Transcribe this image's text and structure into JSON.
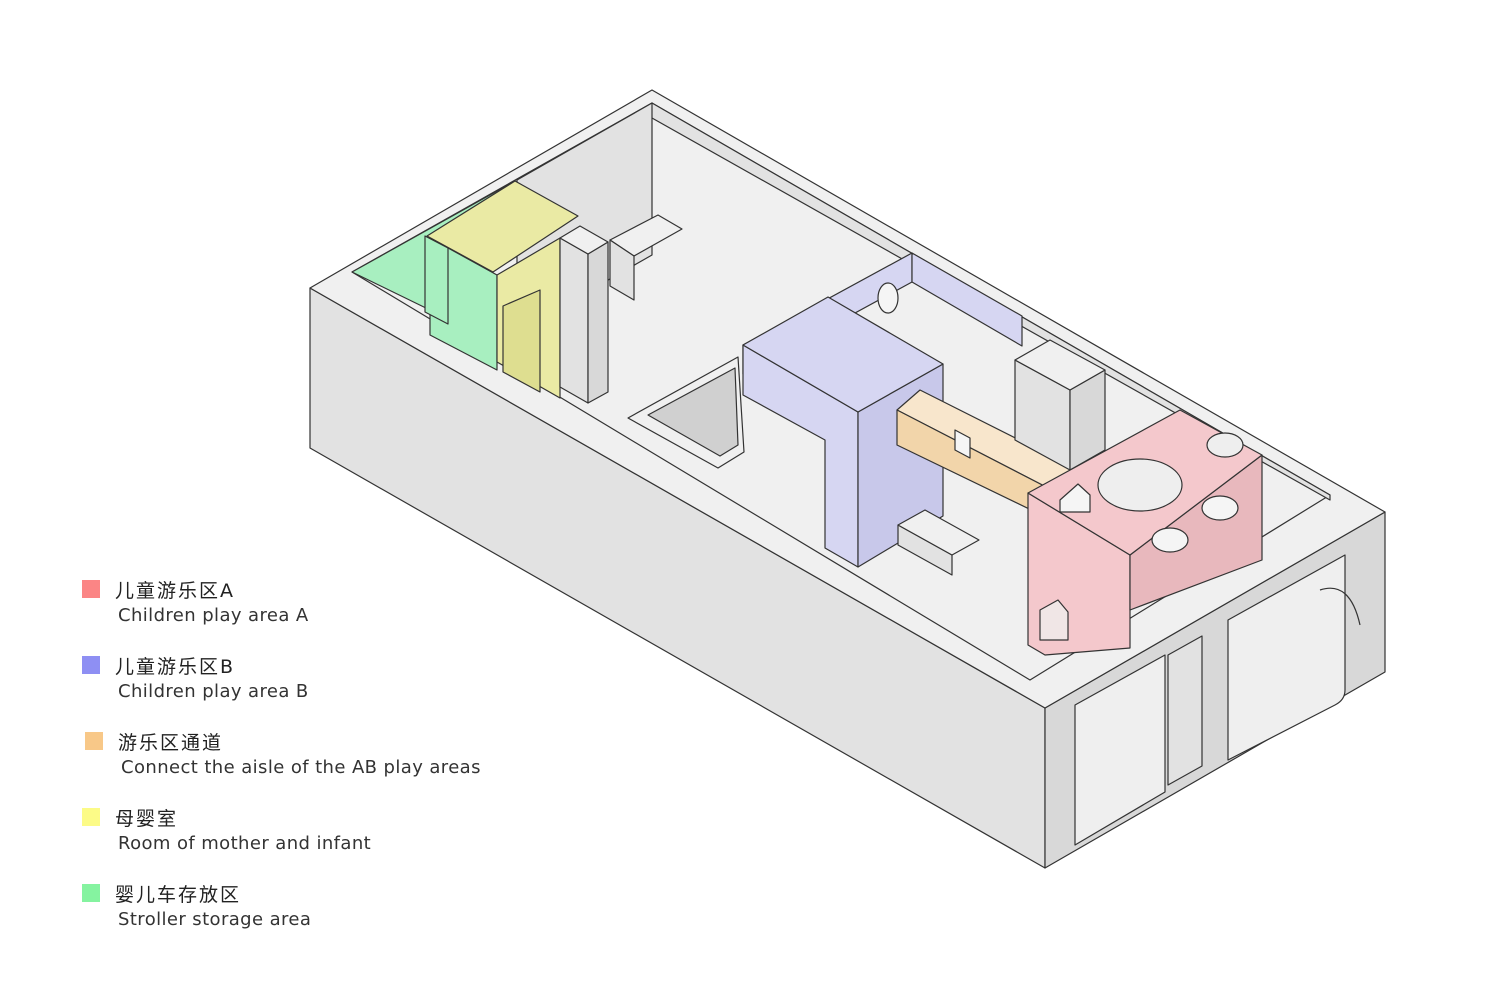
{
  "zone_colors": {
    "play_a": "#f4c8cc",
    "play_b": "#d6d6f2",
    "aisle": "#f2d5aa",
    "mother_infant": "#eaeaa4",
    "stroller": "#a8efc0",
    "shell_light": "#f0f0f0",
    "shell_mid": "#e2e2e2",
    "shell_dark": "#d8d8d8",
    "line": "#333333"
  },
  "legend": [
    {
      "swatch": "#fb8585",
      "cn": "儿童游乐区A",
      "en": "Children play area A"
    },
    {
      "swatch": "#8e8ff3",
      "cn": "儿童游乐区B",
      "en": "Children play area B"
    },
    {
      "swatch": "#f8c888",
      "cn": "游乐区通道",
      "en": "Connect the aisle of the AB play areas"
    },
    {
      "swatch": "#fcfb87",
      "cn": "母婴室",
      "en": "Room of mother and infant"
    },
    {
      "swatch": "#85f3a0",
      "cn": "婴儿车存放区",
      "en": "Stroller storage area"
    }
  ]
}
